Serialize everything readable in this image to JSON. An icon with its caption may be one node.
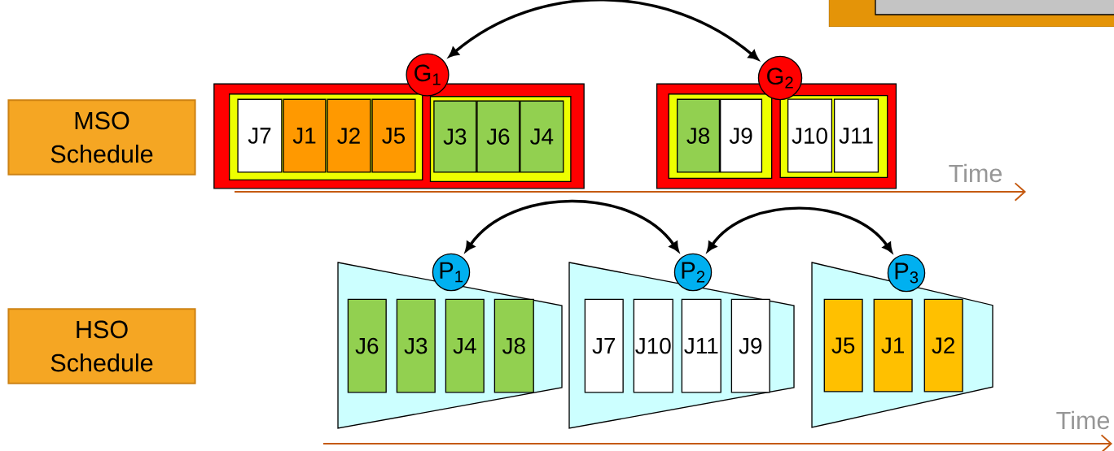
{
  "diagram": {
    "nodes": [
      {
        "text": [
          "MSO Schedule"
        ]
      },
      {
        "text": [
          "HSO Schedule"
        ]
      },
      {
        "text": [],
        "shape": "box"
      },
      {
        "text": [],
        "shape": "box",
        "in": 2
      },
      {
        "text": [
          "J7"
        ],
        "in": 3
      },
      {
        "text": [
          "J1"
        ],
        "in": 3
      },
      {
        "text": [
          "J2"
        ],
        "in": 3
      },
      {
        "text": [
          "J5"
        ],
        "in": 3
      },
      {
        "text": [],
        "shape": "box",
        "in": 2
      },
      {
        "text": [
          "J3"
        ],
        "in": 8
      },
      {
        "text": [
          "J6"
        ],
        "in": 8
      },
      {
        "text": [
          "J4"
        ],
        "in": 8
      },
      {
        "text": [
          "G$_{1}$"
        ]
      },
      {
        "text": [],
        "shape": "box"
      },
      {
        "text": [],
        "shape": "box",
        "in": 13
      },
      {
        "text": [
          "J8"
        ],
        "in": 14
      },
      {
        "text": [
          "J9"
        ],
        "in": 14
      },
      {
        "text": [],
        "shape": "box",
        "in": 13
      },
      {
        "text": [
          "J10"
        ],
        "in": 17
      },
      {
        "text": [
          "J11"
        ],
        "in": 17
      },
      {
        "text": [
          "G$_{2}$"
        ]
      },
      {
        "text": [],
        "shape": "trapezoid"
      },
      {
        "text": [
          "J6"
        ],
        "in": 21
      },
      {
        "text": [
          "J3"
        ],
        "in": 21
      },
      {
        "text": [
          "J4"
        ],
        "in": 21
      },
      {
        "text": [
          "J8"
        ],
        "in": 21
      },
      {
        "text": [
          "P$_{1}$"
        ]
      },
      {
        "text": [],
        "shape": "trapezoid"
      },
      {
        "text": [
          "J7"
        ],
        "in": 27
      },
      {
        "text": [
          "J10"
        ],
        "in": 27
      },
      {
        "text": [
          "J11"
        ],
        "in": 27
      },
      {
        "text": [
          "J9"
        ],
        "in": 27
      },
      {
        "text": [
          "P$_{2}$"
        ]
      },
      {
        "text": [],
        "shape": "trapezoid"
      },
      {
        "text": [
          "J5"
        ],
        "in": 33
      },
      {
        "text": [
          "J1"
        ],
        "in": 33
      },
      {
        "text": [
          "J2"
        ],
        "in": 33
      },
      {
        "text": [
          "P$_{3}$"
        ]
      }
    ],
    "edges": [
      {
        "from": 12,
        "to": 20,
        "arrow": "both"
      },
      {
        "from": 26,
        "to": 32,
        "arrow": "both"
      },
      {
        "from": 32,
        "to": 37,
        "arrow": "both"
      }
    ],
    "labels": [
      "Time",
      "Time"
    ]
  }
}
